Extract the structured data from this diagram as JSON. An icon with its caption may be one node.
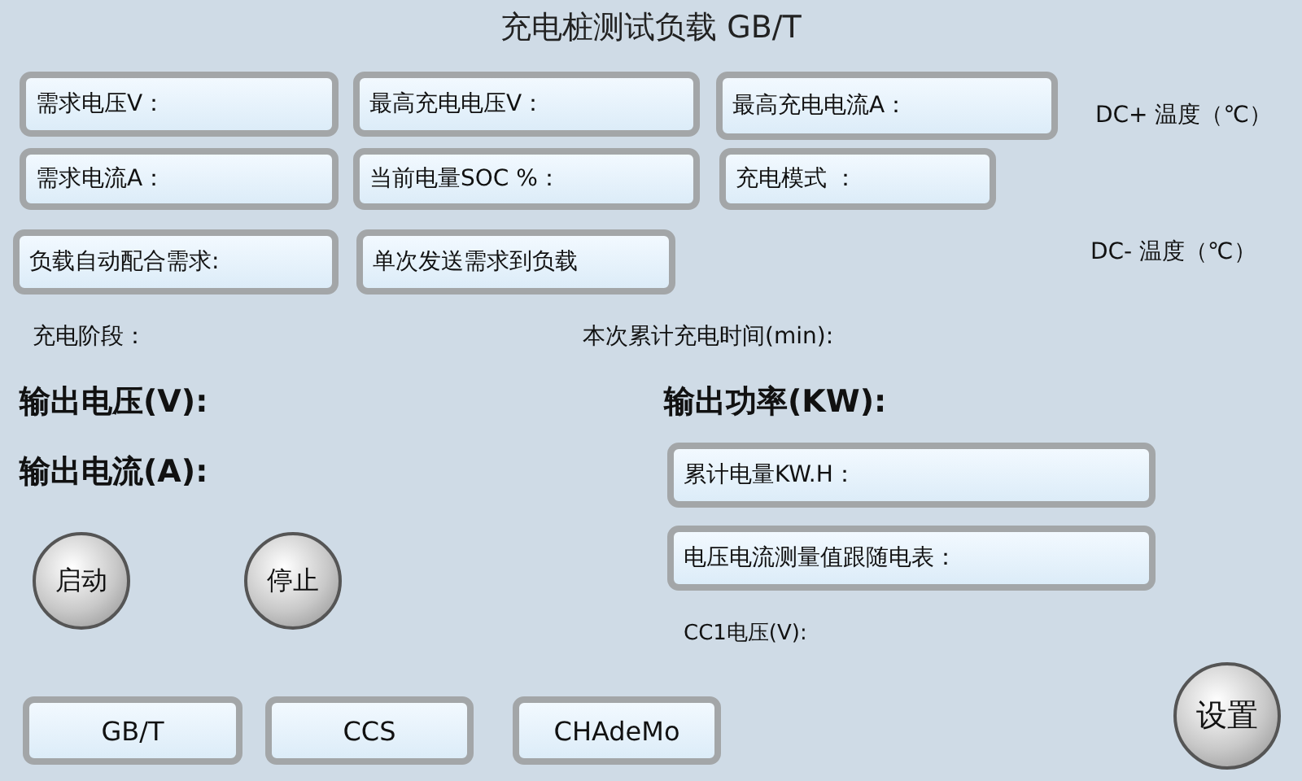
{
  "diagram": {
    "title": "充电桩测试负载 GB/T",
    "nodes": [
      {
        "text": [
          "需求电压V："
        ]
      },
      {
        "text": [
          "最高充电电压V："
        ]
      },
      {
        "text": [
          "最高充电电流A："
        ]
      },
      {
        "text": [
          "需求电流A："
        ]
      },
      {
        "text": [
          "当前电量SOC %："
        ]
      },
      {
        "text": [
          "充电模式 ："
        ]
      },
      {
        "text": [
          "负载自动配合需求:"
        ]
      },
      {
        "text": [
          "单次发送需求到负载"
        ]
      },
      {
        "text": [
          "累计电量KW.H："
        ]
      },
      {
        "text": [
          "电压电流测量值跟随电表："
        ]
      },
      {
        "text": [
          "启动"
        ]
      },
      {
        "text": [
          "停止"
        ]
      },
      {
        "text": [
          "GB/T"
        ]
      },
      {
        "text": [
          "CCS"
        ]
      },
      {
        "text": [
          "CHAdeMo"
        ]
      },
      {
        "text": [
          "设置"
        ]
      }
    ],
    "labels": [
      "DC+ 温度（℃）",
      "DC- 温度（℃）",
      "充电阶段：",
      "本次累计充电时间(min):",
      "输出电压(V):",
      "输出功率(KW):",
      "输出电流(A):",
      "CC1电压(V):"
    ]
  }
}
